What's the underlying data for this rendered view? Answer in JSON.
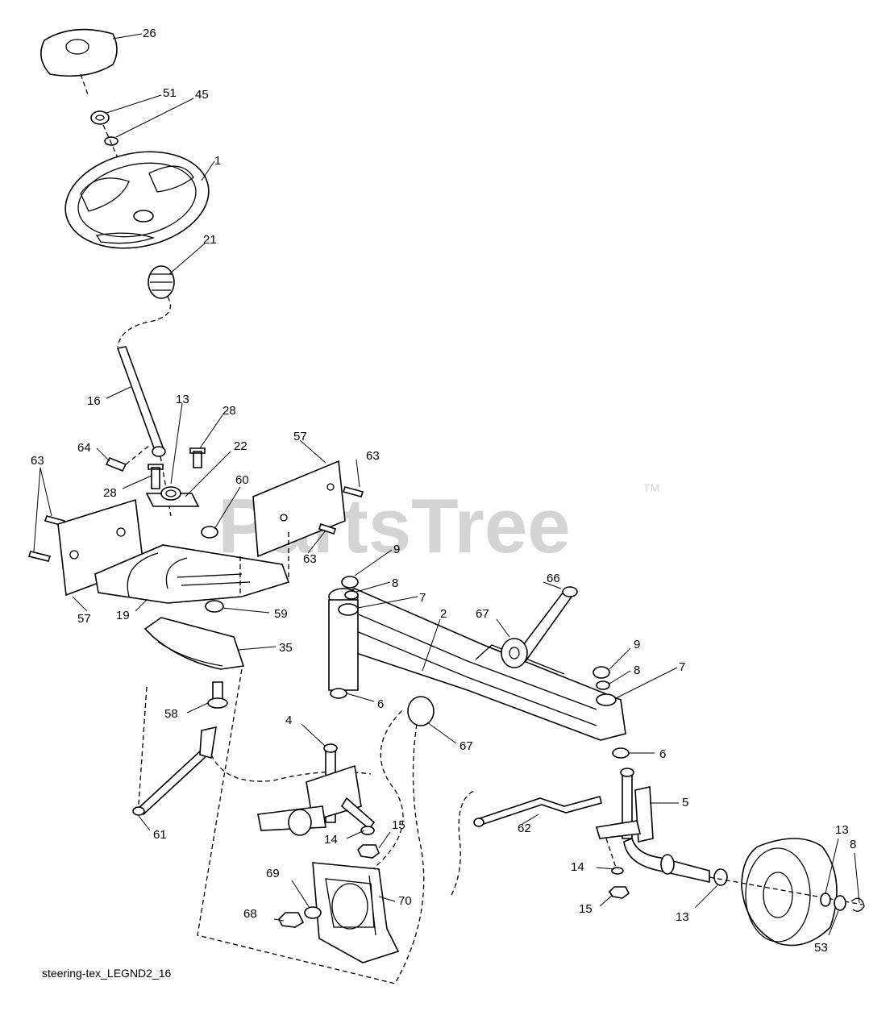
{
  "watermark": {
    "text": "PartsTree",
    "tm": "TM"
  },
  "caption": "steering-tex_LEGND2_16",
  "callouts": [
    {
      "id": "c26",
      "text": "26"
    },
    {
      "id": "c51",
      "text": "51"
    },
    {
      "id": "c45",
      "text": "45"
    },
    {
      "id": "c1",
      "text": "1"
    },
    {
      "id": "c21",
      "text": "21"
    },
    {
      "id": "c16",
      "text": "16"
    },
    {
      "id": "c13a",
      "text": "13"
    },
    {
      "id": "c28a",
      "text": "28"
    },
    {
      "id": "c22",
      "text": "22"
    },
    {
      "id": "c57a",
      "text": "57"
    },
    {
      "id": "c63a",
      "text": "63"
    },
    {
      "id": "c64",
      "text": "64"
    },
    {
      "id": "c28b",
      "text": "28"
    },
    {
      "id": "c63b",
      "text": "63"
    },
    {
      "id": "c60",
      "text": "60"
    },
    {
      "id": "c63c",
      "text": "63"
    },
    {
      "id": "c9a",
      "text": "9"
    },
    {
      "id": "c8a",
      "text": "8"
    },
    {
      "id": "c7a",
      "text": "7"
    },
    {
      "id": "c66",
      "text": "66"
    },
    {
      "id": "c67a",
      "text": "67"
    },
    {
      "id": "c2",
      "text": "2"
    },
    {
      "id": "c9b",
      "text": "9"
    },
    {
      "id": "c8b",
      "text": "8"
    },
    {
      "id": "c7b",
      "text": "7"
    },
    {
      "id": "c57b",
      "text": "57"
    },
    {
      "id": "c19",
      "text": "19"
    },
    {
      "id": "c59",
      "text": "59"
    },
    {
      "id": "c35",
      "text": "35"
    },
    {
      "id": "c6a",
      "text": "6"
    },
    {
      "id": "c58",
      "text": "58"
    },
    {
      "id": "c4",
      "text": "4"
    },
    {
      "id": "c67b",
      "text": "67"
    },
    {
      "id": "c6b",
      "text": "6"
    },
    {
      "id": "c5",
      "text": "5"
    },
    {
      "id": "c61",
      "text": "61"
    },
    {
      "id": "c14a",
      "text": "14"
    },
    {
      "id": "c15a",
      "text": "15"
    },
    {
      "id": "c62",
      "text": "62"
    },
    {
      "id": "c13b",
      "text": "13"
    },
    {
      "id": "c8c",
      "text": "8"
    },
    {
      "id": "c69",
      "text": "69"
    },
    {
      "id": "c70",
      "text": "70"
    },
    {
      "id": "c14b",
      "text": "14"
    },
    {
      "id": "c68",
      "text": "68"
    },
    {
      "id": "c15b",
      "text": "15"
    },
    {
      "id": "c13c",
      "text": "13"
    },
    {
      "id": "c53",
      "text": "53"
    }
  ]
}
